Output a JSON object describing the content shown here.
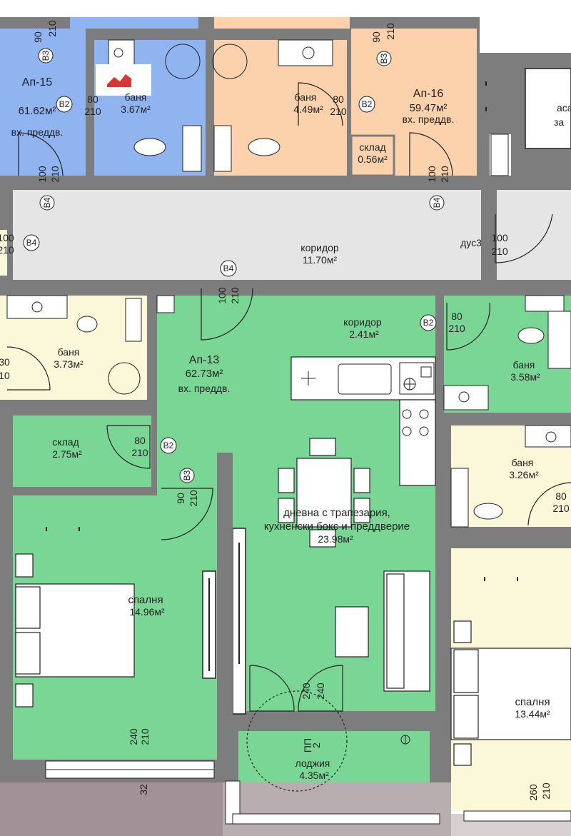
{
  "colors": {
    "green": "#7ad694",
    "blue": "#8fb4f0",
    "peach": "#fbd2ac",
    "cream": "#fbf7d9",
    "corridor": "#e5e5e5",
    "wall": "#7d7d7d",
    "line": "#222222"
  },
  "apartments": {
    "ap13": {
      "name": "Ап-13",
      "area": "62.73м²",
      "note": "вх. преддв."
    },
    "ap15": {
      "name": "Ап-15",
      "area": "61.62м²",
      "note": "вх. преддв."
    },
    "ap16": {
      "name": "Ап-16",
      "area": "59.47м²",
      "note": "вх. преддв."
    }
  },
  "rooms": {
    "corridor_main": {
      "name": "коридор",
      "area": "11.70м²"
    },
    "corridor_13": {
      "name": "коридор",
      "area": "2.41м²"
    },
    "bath_15": {
      "name": "баня",
      "area": "3.67м²"
    },
    "bath_16": {
      "name": "баня",
      "area": "4.49м²"
    },
    "storage_16": {
      "name": "склад",
      "area": "0.56м²"
    },
    "bath_left": {
      "name": "баня",
      "area": "3.73м²"
    },
    "bath_13": {
      "name": "баня",
      "area": "3.58м²"
    },
    "storage_13": {
      "name": "склад",
      "area": "2.75м²"
    },
    "bath_right": {
      "name": "баня",
      "area": "3.26м²"
    },
    "living": {
      "line1": "дневна с трапезария,",
      "line2": "кухненски бокс и преддверие",
      "area": "23.98м²"
    },
    "bedroom_13": {
      "name": "спалня",
      "area": "14.96м²"
    },
    "bedroom_right": {
      "name": "спалня",
      "area": "13.44м²"
    },
    "loggia": {
      "name": "лоджия",
      "area": "4.35м²"
    },
    "partial_right_1": "аса",
    "partial_right_2": "за"
  },
  "doors": {
    "w90": "90",
    "w80": "80",
    "w100": "100",
    "h210": "210",
    "h240": "240",
    "w260": "260",
    "w32": "32",
    "pp": "ПП",
    "pp_n": "2",
    "dus": "дус3",
    "edge_30": "30",
    "edge_10": "10"
  },
  "tags": {
    "b2": "B2",
    "b3": "B3",
    "b4": "B4"
  },
  "icons": [
    "stair-logo-icon",
    "sink-icon",
    "toilet-icon",
    "washing-machine-icon",
    "stove-icon",
    "shower-icon",
    "bed-icon",
    "sofa-icon",
    "dining-table-icon"
  ]
}
